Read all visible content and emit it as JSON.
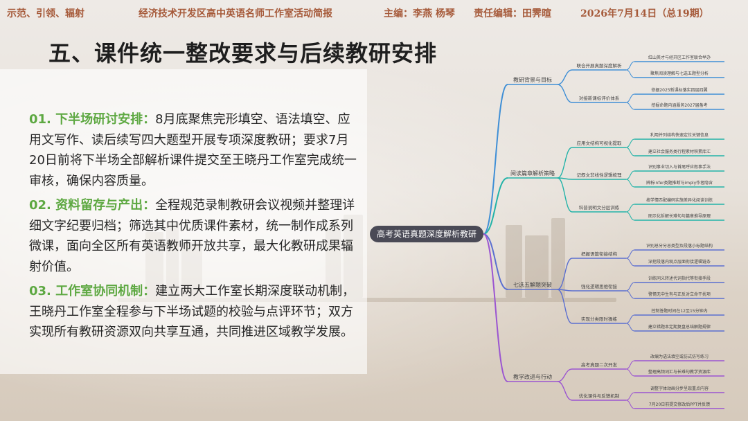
{
  "header": {
    "slogan": "示范、引领、辐射",
    "newsletter": "经济技术开发区高中英语名师工作室活动简报",
    "editors": "主编：李燕 杨琴",
    "responsible": "责任编辑：田霁暄",
    "date": "2026年7月14日（总19期）"
  },
  "title": "五、课件统一整改要求与后续教研安排",
  "items": [
    {
      "head": "01. 下半场研讨安排：",
      "body": "8月底聚焦完形填空、语法填空、应用文写作、读后续写四大题型开展专项深度教研；要求7月20日前将下半场全部解析课件提交至王晓丹工作室完成统一审核，确保内容质量。"
    },
    {
      "head": "02. 资料留存与产出：",
      "body": "全程规范录制教研会议视频并整理详细文字纪要归档；筛选其中优质课件素材，统一制作成系列微课，面向全区所有英语教师开放共享，最大化教研成果辐射价值。"
    },
    {
      "head": "03. 工作室协同机制：",
      "body": "建立两大工作室长期深度联动机制，王晓丹工作室全程参与下半场试题的校验与点评环节；双方实现所有教研资源双向共享互通，共同推进区域教学发展。"
    }
  ],
  "mindmap": {
    "center": "高考英语真题深度解析教研",
    "branches": [
      {
        "label": "教研背景与目标",
        "color": "#3f8fd6",
        "subs": [
          {
            "label": "联合开展真题深度解析",
            "leaves": [
              "红山英才与经开区工作室联合举办",
              "聚焦阅读理解与七选五题型分析"
            ]
          },
          {
            "label": "对接新课标评价体系",
            "leaves": [
              "依据2025新课标落实四层四翼",
              "挖掘命题内涵服务2027届备考"
            ]
          }
        ]
      },
      {
        "label": "阅读篇章解析策略",
        "color": "#22b3a8",
        "subs": [
          {
            "label": "应用文结构可视化提取",
            "leaves": [
              "利用并列结构快速定位关键信息",
              "建立社会服务类行程素材积累库汇"
            ]
          },
          {
            "label": "记叙文非线性逻辑梳理",
            "leaves": [
              "识别事业切入与首尾呼应叙事手法",
              "辨析infer类题推断与imply作者隐含"
            ]
          },
          {
            "label": "科普说明文分层训练",
            "leaves": [
              "按学情匹配编码实施差异化阅读训练",
              "图示化拆解长难句与篇章推导原理"
            ]
          }
        ]
      },
      {
        "label": "七选五解题突破",
        "color": "#5b6fd0",
        "subs": [
          {
            "label": "把握语篇衔接结构",
            "leaves": [
              "识别总分分总类型及段落小标题结构",
              "深挖段落内观点层面衔接逻辑链条"
            ]
          },
          {
            "label": "强化逻辑思维衔接",
            "leaves": [
              "训练同义转述代词指代等衔接手段",
              "警惕无中生有与正反对立命干扰项"
            ]
          },
          {
            "label": "实现分类限时操练",
            "leaves": [
              "控制答题时间在12至15分钟内",
              "建立错题本定期复盘总结解题规律"
            ]
          }
        ]
      },
      {
        "label": "教学改进与行动",
        "color": "#9b55d1",
        "subs": [
          {
            "label": "高考真题二次开发",
            "leaves": [
              "改编为语法填空或仿式仿写练习",
              "整理高频词汇与长难句教学资源库"
            ]
          },
          {
            "label": "优化课件与反馈机制",
            "leaves": [
              "调整字体动画分步呈现重点内容",
              "7月20日前提交修改后PPT并反馈"
            ]
          }
        ]
      }
    ]
  }
}
